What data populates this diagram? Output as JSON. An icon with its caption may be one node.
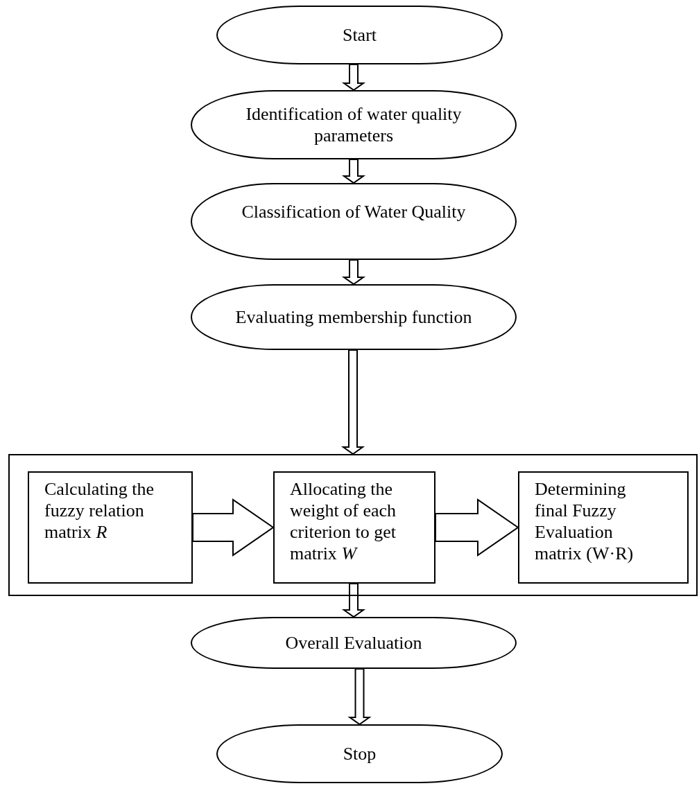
{
  "diagram": {
    "nodes": [
      {
        "text": [
          "Start"
        ]
      },
      {
        "text": [
          "Identification of water quality parameters"
        ]
      },
      {
        "text": [
          "Classification of Water Quality"
        ]
      },
      {
        "text": [
          "Evaluating membership function"
        ]
      },
      {
        "text": [],
        "shape": "box"
      },
      {
        "text": [
          "Calculating the fuzzy relation matrix *R*"
        ],
        "in": 4
      },
      {
        "text": [
          "Allocating the weight of each criterion to get matrix *W*"
        ],
        "in": 4
      },
      {
        "text": [
          "Determining final Fuzzy Evaluation matrix (W·R)"
        ],
        "in": 4
      },
      {
        "text": [
          "Overall Evaluation"
        ]
      },
      {
        "text": [
          "Stop"
        ]
      }
    ],
    "edges": [
      {
        "from": 0,
        "to": 1,
        "arrow": "to"
      },
      {
        "from": 1,
        "to": 2,
        "arrow": "to"
      },
      {
        "from": 2,
        "to": 3,
        "arrow": "to"
      },
      {
        "from": 3,
        "to": 4,
        "arrow": "to"
      },
      {
        "from": 5,
        "to": 6,
        "arrow": "to"
      },
      {
        "from": 6,
        "to": 7,
        "arrow": "to"
      },
      {
        "from": 6,
        "to": 8,
        "arrow": "to"
      },
      {
        "from": 8,
        "to": 9,
        "arrow": "to"
      }
    ]
  }
}
